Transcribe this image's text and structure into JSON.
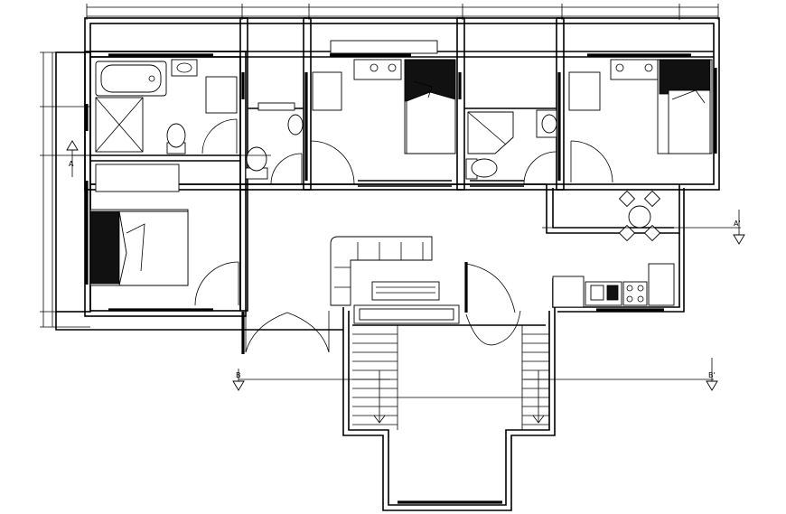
{
  "section_marks": {
    "a_left": "A",
    "a_right": "A'",
    "b_left": "B",
    "b_right": "B'"
  }
}
